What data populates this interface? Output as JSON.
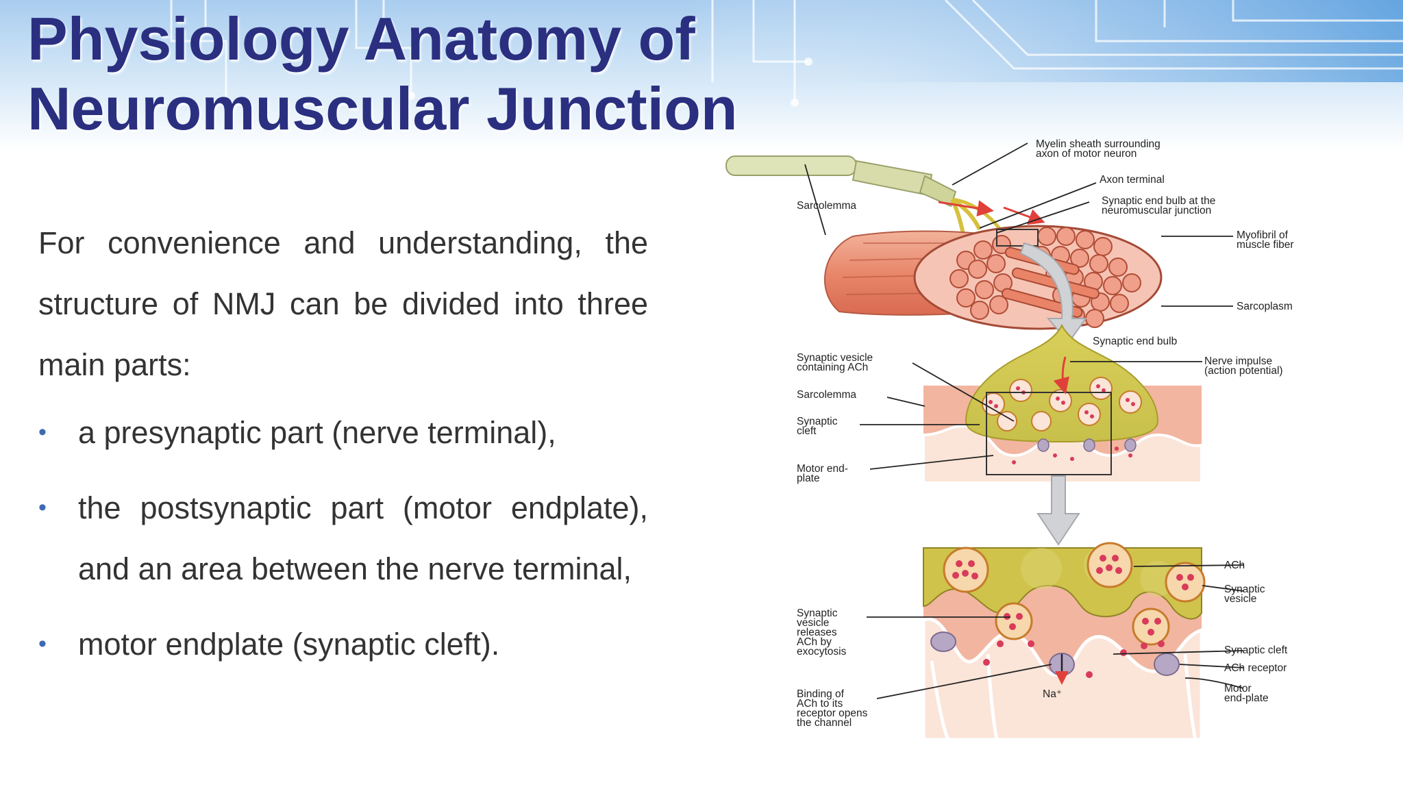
{
  "slide": {
    "title_lines": [
      "Physiology Anatomy of",
      "Neuromuscular Junction"
    ],
    "intro": "For convenience and understanding, the structure of NMJ can be divided into three main parts:",
    "bullets": [
      "a presynaptic part (nerve terminal),",
      "the postsynaptic part (motor endplate), and an area between the nerve terminal,",
      "motor endplate (synaptic cleft)."
    ],
    "bullet_color": "#3d6bb3",
    "title_color": "#2b2f80"
  },
  "figure": {
    "labels": {
      "myelin": [
        "Myelin sheath surrounding",
        "axon of motor neuron"
      ],
      "axon_terminal": "Axon terminal",
      "end_bulb_nmj": [
        "Synaptic end bulb at the",
        "neuromuscular junction"
      ],
      "sarcolemma_top": "Sarcolemma",
      "myofibril": [
        "Myofibril of",
        "muscle fiber"
      ],
      "sarcoplasm": "Sarcoplasm",
      "end_bulb": "Synaptic end bulb",
      "vesicle_ach": [
        "Synaptic vesicle",
        "containing ACh"
      ],
      "nerve_impulse": [
        "Nerve impulse",
        "(action potential)"
      ],
      "sarcolemma_mid": "Sarcolemma",
      "cleft_mid": [
        "Synaptic",
        "cleft"
      ],
      "motor_end_plate": [
        "Motor end-",
        "plate"
      ],
      "ach": "ACh",
      "synaptic_vesicle": [
        "Synaptic",
        "vesicle"
      ],
      "releases": [
        "Synaptic",
        "vesicle",
        "releases",
        "ACh by",
        "exocytosis"
      ],
      "cleft_bottom": "Synaptic cleft",
      "ach_receptor": "ACh receptor",
      "motor_end_plate_bottom": [
        "Motor",
        "end-plate"
      ],
      "binding": [
        "Binding of",
        "ACh to its",
        "receptor opens",
        "the channel"
      ],
      "sodium": "Na⁺"
    }
  }
}
